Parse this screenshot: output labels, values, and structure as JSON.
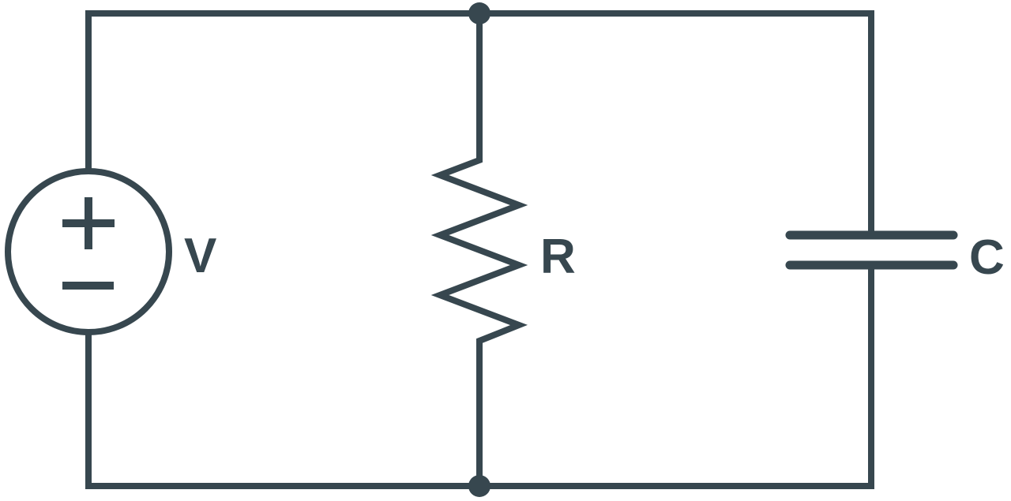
{
  "diagram": {
    "type": "circuit-schematic",
    "description": "Voltage source V, resistor R and capacitor C connected in parallel between a top node and a bottom node",
    "stroke_color": "#37474F",
    "background_color": "#ffffff",
    "labels": {
      "source": "V",
      "resistor": "R",
      "capacitor": "C"
    },
    "components": [
      {
        "id": "source",
        "kind": "voltage-source",
        "label": "V",
        "polarity_top": "+",
        "polarity_bottom": "−",
        "branch": "left"
      },
      {
        "id": "resistor",
        "kind": "resistor",
        "label": "R",
        "branch": "middle"
      },
      {
        "id": "capacitor",
        "kind": "capacitor",
        "label": "C",
        "branch": "right"
      }
    ],
    "nodes": [
      {
        "id": "top-node",
        "junction_dot": true
      },
      {
        "id": "bottom-node",
        "junction_dot": true
      }
    ]
  }
}
